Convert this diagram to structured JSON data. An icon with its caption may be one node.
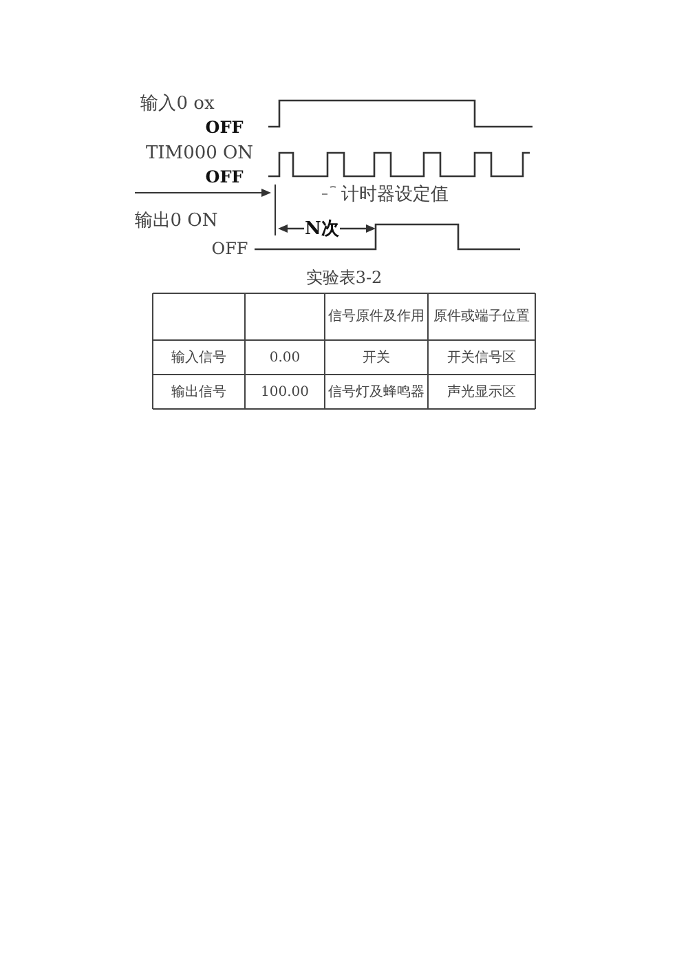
{
  "diagram": {
    "labels": [
      "输入0 ox",
      "OFF",
      "TIM000 ON",
      "OFF",
      "计时器设定值",
      "输出0 ON",
      "N次",
      "OFF",
      "实验表3-2",
      "信号原件及作用",
      "原件或端子位置",
      "输入信号",
      "0.00",
      "开关",
      "开关信号区",
      "输出信号",
      "100.00",
      "信号灯及蜂鸣器",
      "声光显示区"
    ]
  }
}
